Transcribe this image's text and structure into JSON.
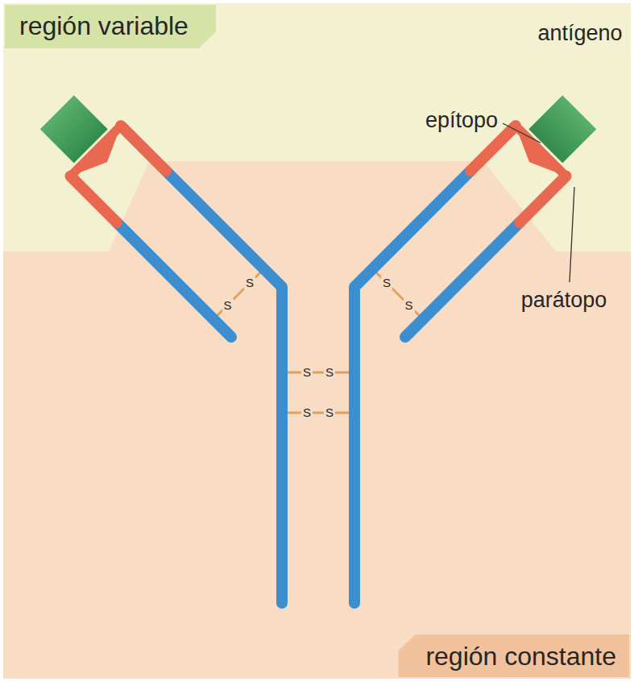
{
  "diagram": {
    "nodes": [
      {
        "text": [
          "región variable"
        ]
      },
      {
        "text": [
          "región constante"
        ]
      }
    ],
    "labels": [
      "antígeno",
      "epítopo",
      "parátopo",
      "S",
      "S",
      "S",
      "S",
      "S",
      "S",
      "S",
      "S"
    ]
  }
}
